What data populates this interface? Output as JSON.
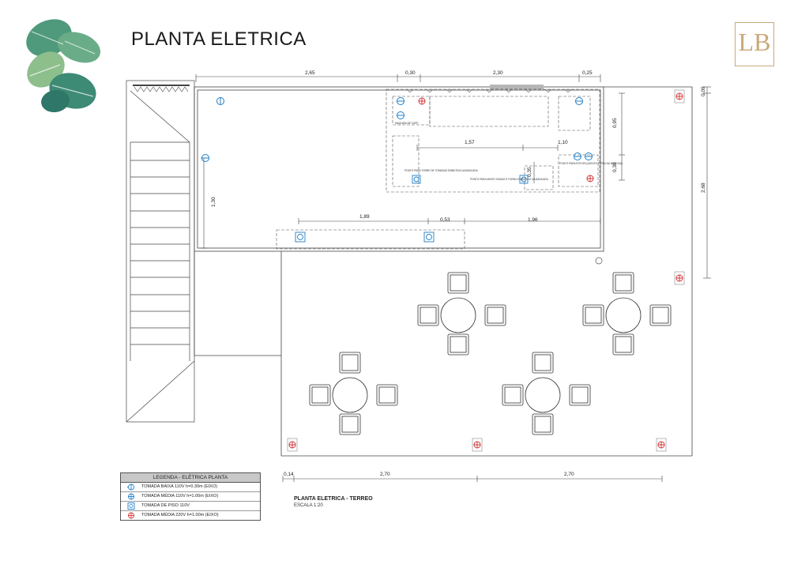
{
  "page": {
    "title": "PLANTA ELETRICA"
  },
  "logo": {
    "mark": "LB"
  },
  "plan": {
    "dimensions": {
      "top_1": "2,65",
      "top_2": "0,30",
      "top_3": "2,30",
      "top_4": "0,25",
      "right_top": "0,09",
      "right_total": "2,68",
      "inner_095": "0,95",
      "inner_030": "0,30",
      "inner_157": "1,57",
      "inner_110": "1,10",
      "inner_035": "0,35",
      "left_130": "1,30",
      "counter_189": "1,89",
      "counter_053": "0,53",
      "counter_196": "1,96",
      "bottom_014": "0,14",
      "bottom_270a": "2,70",
      "bottom_270b": "2,70"
    },
    "notes": {
      "coffee": "MAQUINA DE CAFE",
      "counter_left": "PONTO PARA TORRE DE TOMADAS EMBUTIDA NA BANCADA",
      "counter_mid": "PONTO PARA MICRO ONDAS E FORNO EMBUTIDO NA BANCADA",
      "right_note": "PONTO PARA ESTUFA QUENTE E FRIA NA BANCADA"
    }
  },
  "legend": {
    "title": "LEGENDA - ELÉTRICA PLANTA",
    "items": [
      {
        "label": "TOMADA BAIXA 110V h=0.30m (EIXO)",
        "icon": "outlet-low-110v-icon",
        "color": "#1f7fc9"
      },
      {
        "label": "TOMADA MÉDIA 110V h=1.00m (EIXO)",
        "icon": "outlet-mid-110v-icon",
        "color": "#1f7fc9"
      },
      {
        "label": "TOMADA DE PISO 110V",
        "icon": "floor-outlet-icon",
        "color": "#1f7fc9"
      },
      {
        "label": "TOMADA MÉDIA 220V h=1.00m (EIXO)",
        "icon": "outlet-mid-220v-icon",
        "color": "#d2373b"
      }
    ]
  },
  "caption": {
    "title": "PLANTA ELETRICA - TERREO",
    "scale": "ESCALA 1:20"
  }
}
